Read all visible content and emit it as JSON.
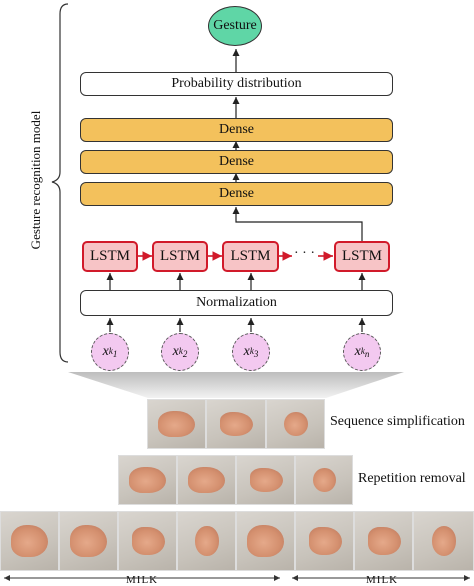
{
  "model": {
    "side_label": "Gesture recognition model",
    "output_label": "Gesture",
    "probability_label": "Probability distribution",
    "dense_labels": [
      "Dense",
      "Dense",
      "Dense"
    ],
    "lstm_label": "LSTM",
    "ellipsis": "· · ·",
    "normalization_label": "Normalization",
    "input_nodes": [
      {
        "base": "x",
        "sub": "k",
        "subsub": "1"
      },
      {
        "base": "x",
        "sub": "k",
        "subsub": "2"
      },
      {
        "base": "x",
        "sub": "k",
        "subsub": "3"
      },
      {
        "base": "x",
        "sub": "k",
        "subsub": "n"
      }
    ]
  },
  "stages": {
    "sequence_simplification": "Sequence simplification",
    "repetition_removal": "Repetition removal"
  },
  "timeline_labels": [
    "MILK",
    "MILK"
  ],
  "colors": {
    "output_node": "#5fd6a6",
    "dense": "#f3c15c",
    "lstm_fill": "#f7c4c6",
    "lstm_border": "#d11a2a",
    "input_node": "#f3c9f0"
  }
}
